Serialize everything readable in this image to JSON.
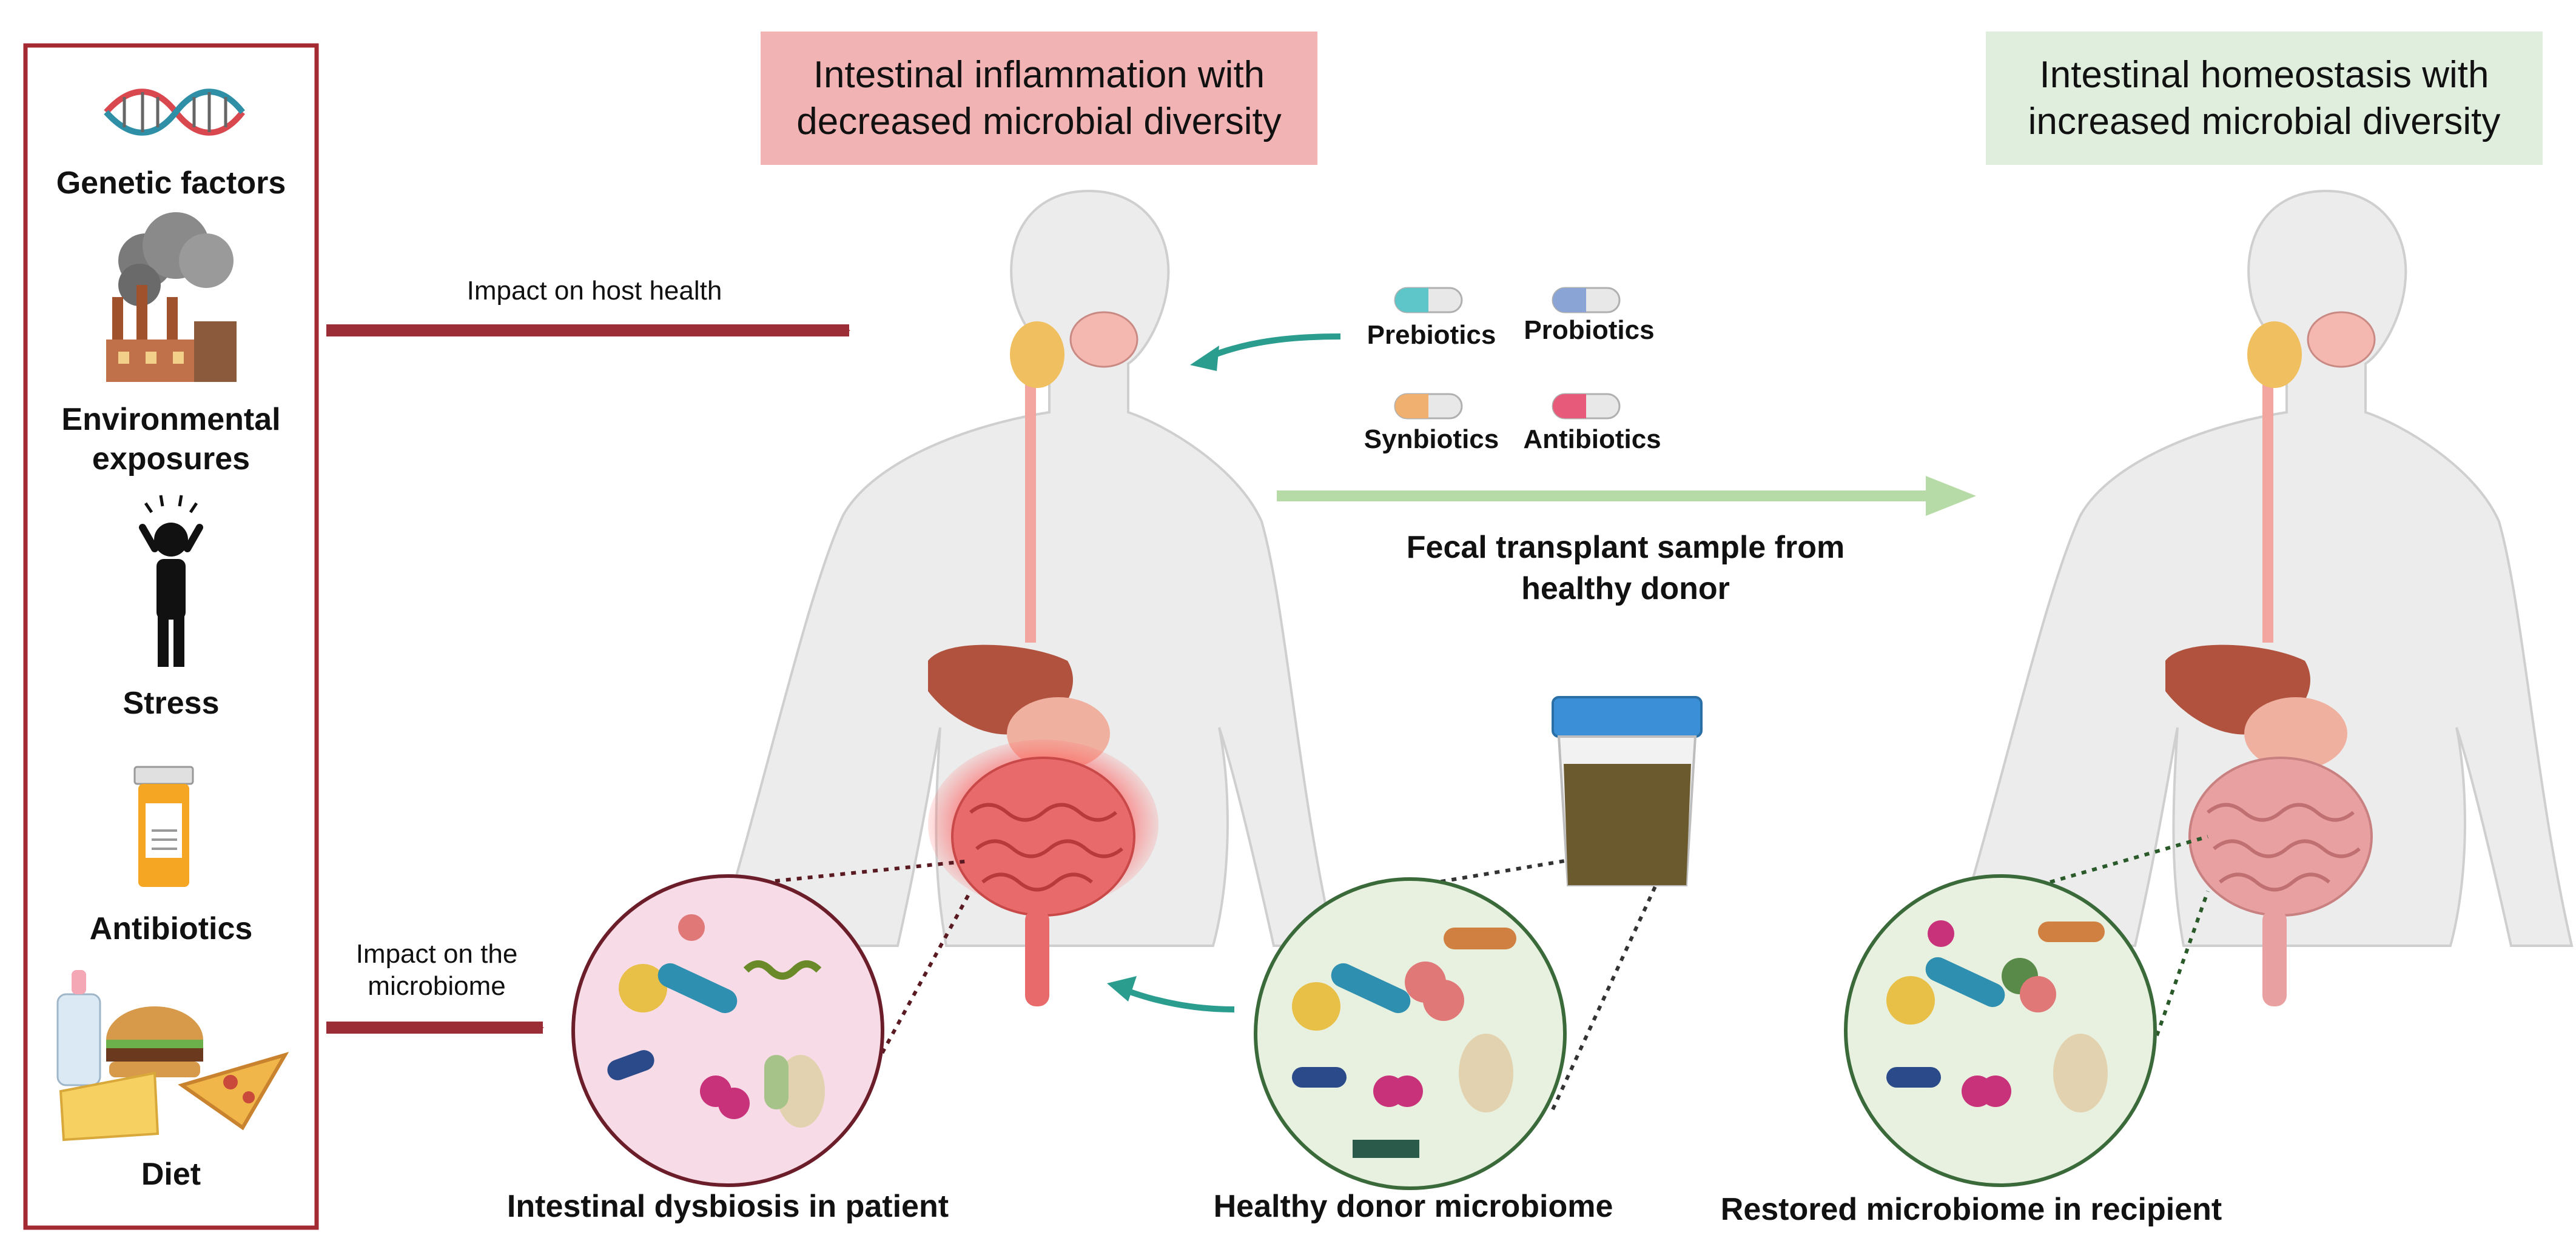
{
  "factors": {
    "genetic": "Genetic factors",
    "environmental_line1": "Environmental",
    "environmental_line2": "exposures",
    "stress": "Stress",
    "antibiotics": "Antibiotics",
    "diet": "Diet"
  },
  "banners": {
    "left_line1": "Intestinal inflammation with",
    "left_line2": "decreased microbial diversity",
    "right_line1": "Intestinal homeostasis with",
    "right_line2": "increased microbial diversity"
  },
  "arrows": {
    "host_health": "Impact on host health",
    "microbiome_line1": "Impact on the",
    "microbiome_line2": "microbiome",
    "fecal_line1": "Fecal transplant sample from",
    "fecal_line2": "healthy donor"
  },
  "capsules": {
    "prebiotics": "Prebiotics",
    "probiotics": "Probiotics",
    "synbiotics": "Synbiotics",
    "antibiotics": "Antibiotics"
  },
  "captions": {
    "dysbiosis": "Intestinal dysbiosis in patient",
    "donor": "Healthy donor microbiome",
    "restored": "Restored microbiome in recipient"
  },
  "colors": {
    "dark_red_arrow": "#9b2d36",
    "teal_arrow": "#2a9d8f",
    "green_arrow": "#b7dba6",
    "banner_red": "#f2b3b4",
    "banner_green": "#dfeedd",
    "frame_red": "#a42a32"
  }
}
